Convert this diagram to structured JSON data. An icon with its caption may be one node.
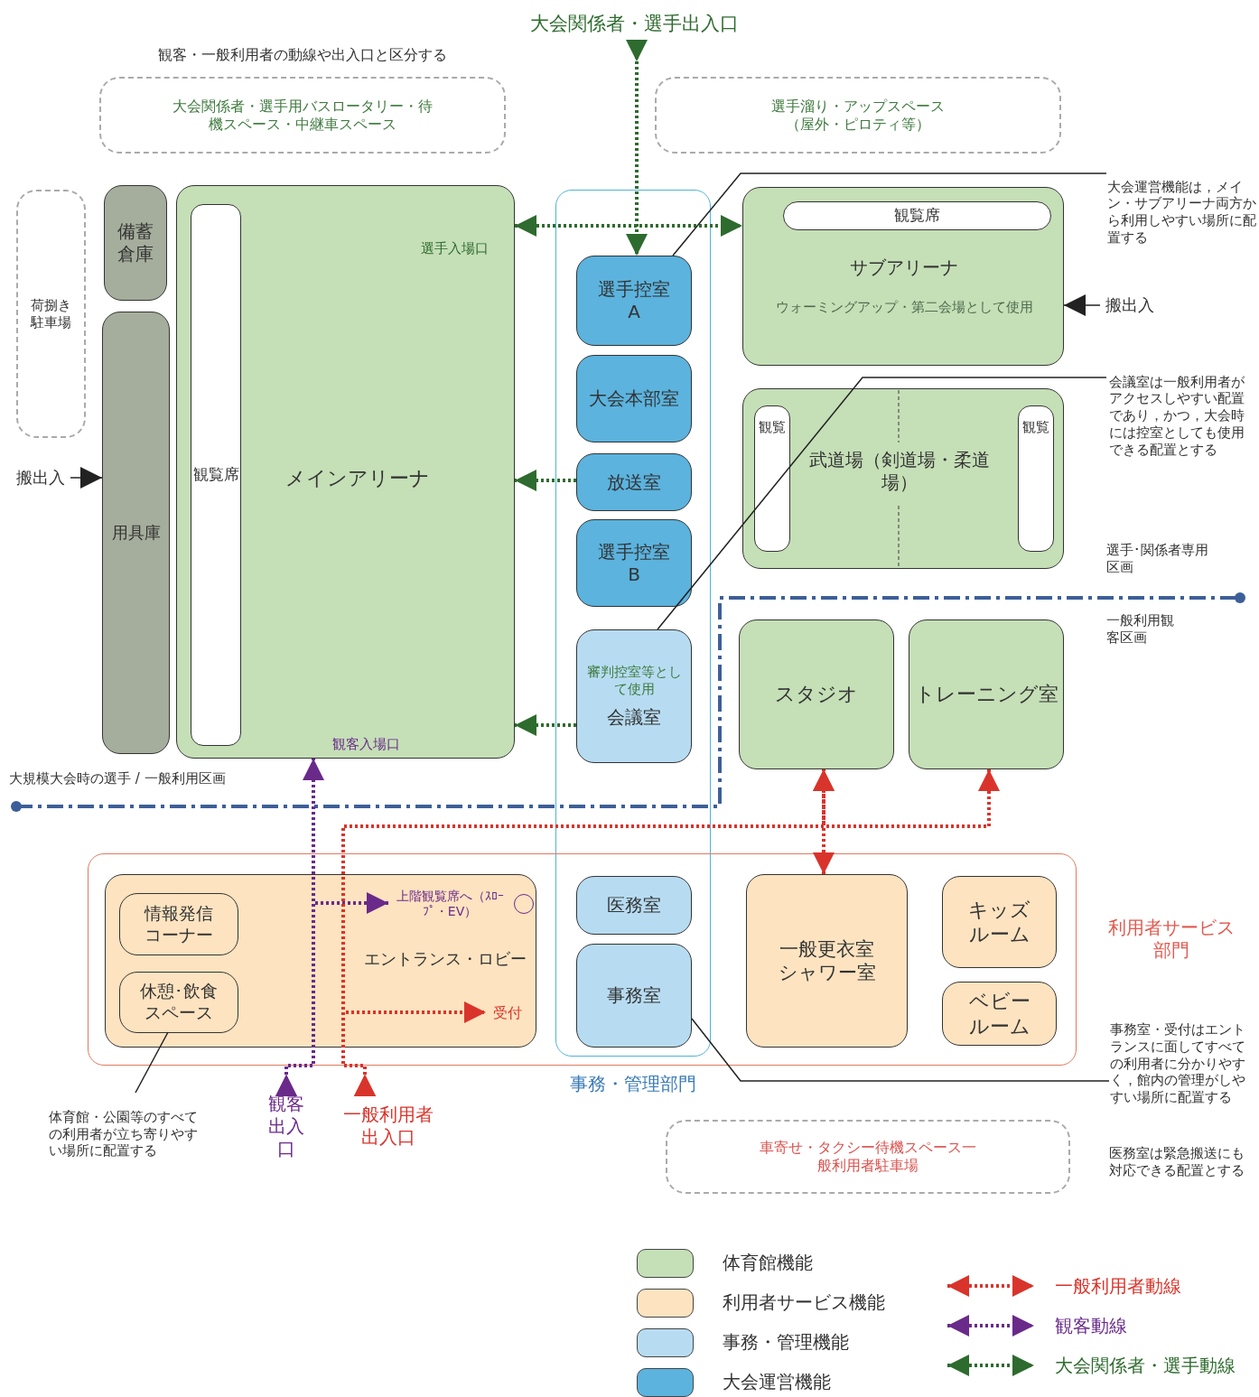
{
  "diagram": {
    "nodes": [
      {
        "text": [
          "大会関係者・選手出入口"
        ]
      },
      {
        "text": [
          "大会関係者・選手用バスロータリー・待機スペース・中継車スペース"
        ],
        "beside": [
          "観客・一般利用者の動線や出入口と区分する"
        ]
      },
      {
        "text": [
          "選手溜り・アップスペース（屋外・ピロティ等）"
        ]
      },
      {
        "text": [
          "荷捌き駐車場"
        ]
      },
      {
        "text": [
          "備蓄倉庫"
        ]
      },
      {
        "text": [
          "用具庫"
        ]
      },
      {
        "text": [
          "メインアリーナ"
        ]
      },
      {
        "text": [
          "観覧席"
        ],
        "in": 6
      },
      {
        "text": [
          "事務・管理部門"
        ]
      },
      {
        "text": [
          "選手控室A"
        ],
        "in": 8
      },
      {
        "text": [
          "大会本部室"
        ],
        "in": 8
      },
      {
        "text": [
          "放送室"
        ],
        "in": 8
      },
      {
        "text": [
          "選手控室B"
        ],
        "in": 8
      },
      {
        "text": [
          "審判控室等として使用",
          "会議室"
        ],
        "in": 8
      },
      {
        "text": [
          "医務室"
        ]
      },
      {
        "text": [
          "事務室"
        ]
      },
      {
        "text": [
          "サブアリーナ",
          "ウォーミングアップ・第二会場として使用"
        ]
      },
      {
        "text": [
          "観覧席"
        ],
        "in": 16
      },
      {
        "text": [
          "武道場（剣道場・柔道場）"
        ]
      },
      {
        "text": [
          "観覧"
        ],
        "in": 18
      },
      {
        "text": [
          "観覧"
        ],
        "in": 18
      },
      {
        "text": [
          "スタジオ"
        ]
      },
      {
        "text": [
          "トレーニング室"
        ]
      },
      {
        "text": [
          "利用者サービス部門"
        ]
      },
      {
        "text": [
          "エントランス・ロビー"
        ],
        "in": 23
      },
      {
        "text": [
          "情報発信コーナー"
        ],
        "in": 24
      },
      {
        "text": [
          "休憩･飲食スペース"
        ],
        "in": 24
      },
      {
        "text": [
          "上階観覧席へ（ｽﾛｰﾌﾟ・EV）"
        ],
        "in": 24
      },
      {
        "text": [
          "受付"
        ],
        "in": 24
      },
      {
        "text": [
          "一般更衣室シャワー室"
        ],
        "in": 23
      },
      {
        "text": [
          "キッズルーム"
        ],
        "in": 23
      },
      {
        "text": [
          "ベビールーム"
        ],
        "in": 23
      },
      {
        "text": [
          "車寄せ・タクシー待機スペース一般利用者駐車場"
        ]
      },
      {
        "text": [
          "観客出入口"
        ]
      },
      {
        "text": [
          "一般利用者出入口"
        ]
      },
      {
        "text": [
          "搬出入"
        ]
      },
      {
        "text": [
          "搬出入"
        ]
      },
      {
        "text": [
          "大会運営機能は，メイン・サブアリーナ両方から利用しやすい場所に配置する"
        ]
      },
      {
        "text": [
          "会議室は一般利用者がアクセスしやすい配置であり，かつ，大会時には控室としても使用できる配置とする"
        ]
      },
      {
        "text": [
          "事務室・受付はエントランスに面してすべての利用者に分かりやすく，館内の管理がしやすい場所に配置する"
        ]
      },
      {
        "text": [
          "体育館・公園等のすべての利用者が立ち寄りやすい場所に配置する"
        ]
      }
    ],
    "edges": [
      {
        "from": 0,
        "to": 9,
        "arrow": "to",
        "style": "dashed",
        "color": "#2e6b2e"
      },
      {
        "from": 6,
        "to": 16,
        "arrow": "both",
        "style": "dashed",
        "color": "#2e6b2e"
      },
      {
        "from": 11,
        "to": 6,
        "arrow": "to",
        "style": "dashed",
        "color": "#2e6b2e"
      },
      {
        "from": 13,
        "to": 6,
        "arrow": "to",
        "style": "dashed",
        "color": "#2e6b2e"
      },
      {
        "from": 33,
        "to": 6,
        "arrow": "to",
        "style": "dashed",
        "color": "#6a2a8a"
      },
      {
        "from": 33,
        "to": 27,
        "arrow": "to",
        "style": "dashed",
        "color": "#6a2a8a"
      },
      {
        "from": 34,
        "to": 28,
        "arrow": "to",
        "style": "dashed",
        "color": "#d9342b"
      },
      {
        "from": 34,
        "to": 21,
        "arrow": "to",
        "style": "dashed",
        "color": "#d9342b"
      },
      {
        "from": 34,
        "to": 22,
        "arrow": "to",
        "style": "dashed",
        "color": "#d9342b"
      },
      {
        "from": 29,
        "to": 21,
        "arrow": "both",
        "style": "dashed",
        "color": "#d9342b"
      },
      {
        "from": 35,
        "to": 5,
        "arrow": "to"
      },
      {
        "from": 36,
        "to": 16,
        "arrow": "to"
      },
      {
        "from": 37,
        "to": 9,
        "arrow": "none"
      },
      {
        "from": 38,
        "to": 13,
        "arrow": "none"
      },
      {
        "from": 39,
        "to": 15,
        "arrow": "none"
      },
      {
        "from": 40,
        "to": 26,
        "arrow": "none"
      }
    ],
    "labels": [
      "選手入場口",
      "選手･関係者専用区画",
      "一般利用観客区画",
      "観客入場口",
      "大規模大会時の選手 / 一般利用区画",
      "医務室は緊急搬送にも対応できる配置とする"
    ],
    "legend": [
      {
        "text": "体育館機能",
        "color": "#c5dfb7"
      },
      {
        "text": "利用者サービス機能",
        "color": "#fde3c0"
      },
      {
        "text": "事務・管理機能",
        "color": "#b7dcf2"
      },
      {
        "text": "大会運営機能",
        "color": "#5bb3de"
      },
      {
        "text": "一般利用者動線"
      },
      {
        "text": "観客動線"
      },
      {
        "text": "大会関係者・選手動線"
      }
    ]
  }
}
